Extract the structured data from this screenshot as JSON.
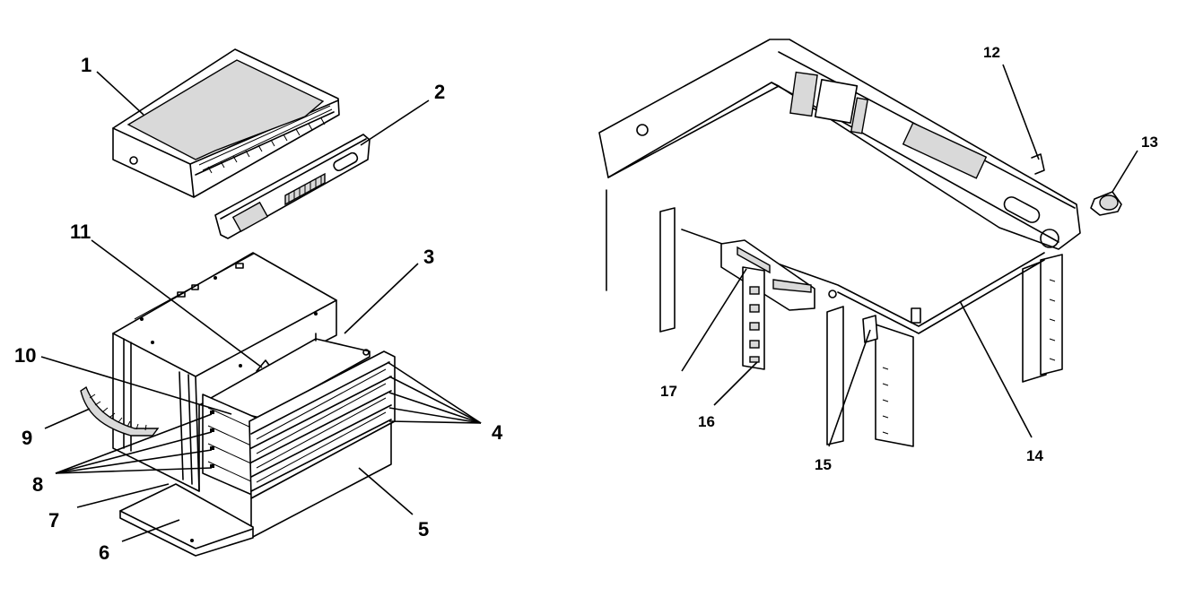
{
  "callouts": {
    "c1": "1",
    "c2": "2",
    "c3": "3",
    "c4": "4",
    "c5": "5",
    "c6": "6",
    "c7": "7",
    "c8": "8",
    "c9": "9",
    "c10": "10",
    "c11": "11",
    "c12": "12",
    "c13": "13",
    "c14": "14",
    "c15": "15",
    "c16": "16",
    "c17": "17"
  },
  "colors": {
    "line": "#000000",
    "shade": "#d9d9d9",
    "background": "#ffffff"
  }
}
